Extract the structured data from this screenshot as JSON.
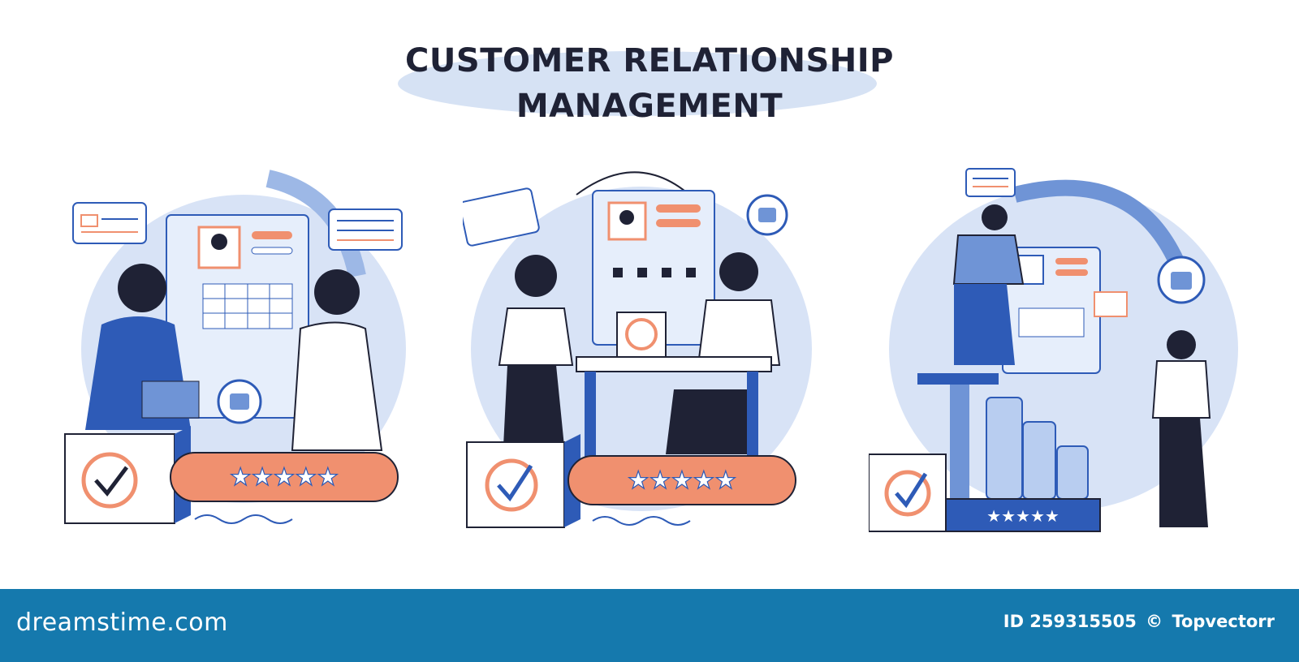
{
  "title": {
    "line1": "CUSTOMER RELATIONSHIP",
    "line2": "MANAGEMENT"
  },
  "footer": {
    "logo": "dreamstime.com",
    "id_label": "ID 259315505",
    "copyright_symbol": "©",
    "author": "Topvectorr"
  },
  "colors": {
    "accent_blue": "#2e5bb7",
    "light_blue": "#cddcf4",
    "salmon": "#f0906f",
    "navy": "#1f2235",
    "footer_bg": "#1579ad"
  }
}
